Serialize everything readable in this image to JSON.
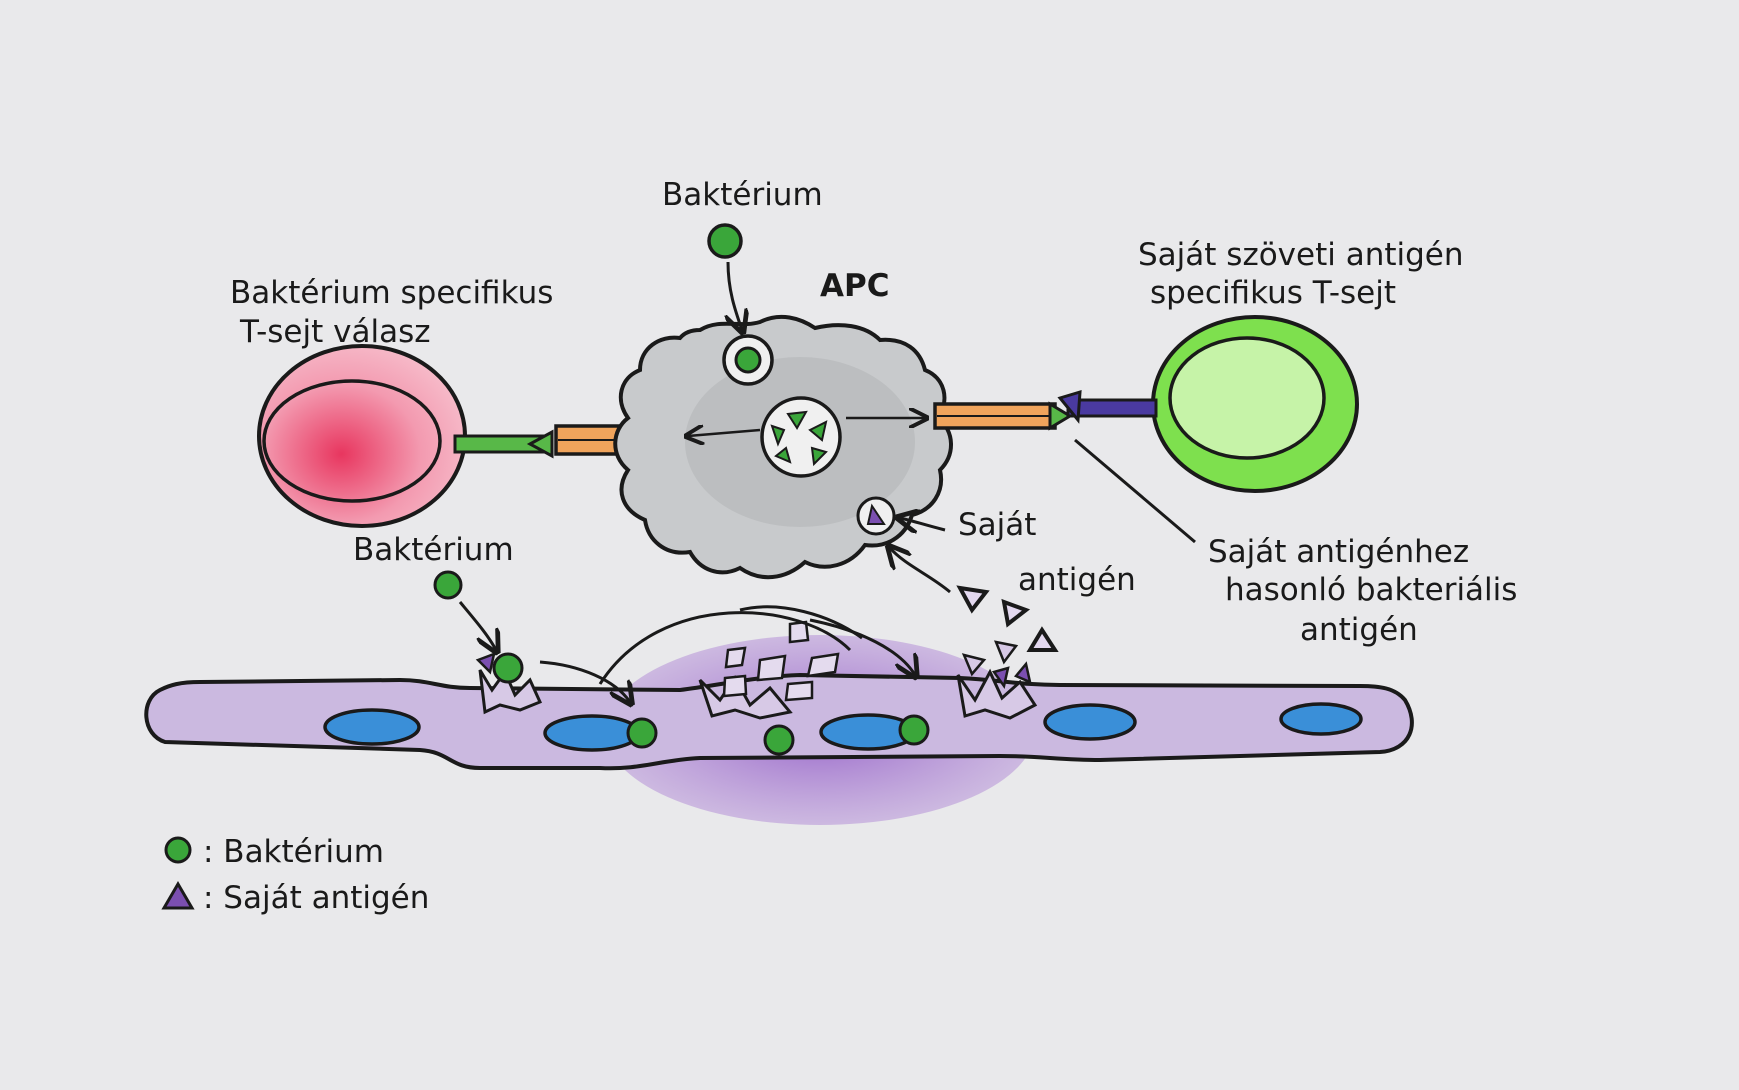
{
  "labels": {
    "bacterium_top": "Baktérium",
    "apc": "APC",
    "bact_tcell_line1": "Baktérium specifikus",
    "bact_tcell_line2": "T-sejt válasz",
    "self_tcell_line1": "Saját szöveti antigén",
    "self_tcell_line2": "specifikus T-sejt",
    "bacterium_mid": "Baktérium",
    "self_antigen_line1": "Saját",
    "self_antigen_line2": "antigén",
    "similar_line1": "Saját antigénhez",
    "similar_line2": "hasonló bakteriális",
    "similar_line3": "antigén"
  },
  "legend": {
    "bacterium": ": Baktérium",
    "self_antigen": ": Saját antigén"
  },
  "colors": {
    "bacterium": "#3aa63a",
    "self_antigen": "#7b4fb0",
    "apc": "#c8cacc",
    "bact_tcell": "#f4a5b8",
    "self_tcell": "#7ee04e",
    "tissue": "#c9b8dd",
    "tissue_damage": "#9a62c8",
    "nucleus": "#3a8fd8",
    "mhc": "#f0a45c",
    "tcr_green": "#58b848",
    "tcr_purple": "#4a3aa0"
  }
}
